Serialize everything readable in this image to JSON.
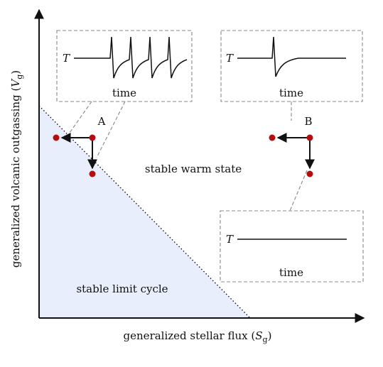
{
  "figure": {
    "axes": {
      "xlabel": {
        "main": "generalized stellar flux (",
        "var": "S",
        "sub": "g",
        "close": ")"
      },
      "ylabel": {
        "main": "generalized volcanic outgassing (",
        "var": "V",
        "sub": "g",
        "close": ")"
      }
    },
    "regions": {
      "limit_cycle": "stable limit cycle",
      "warm_state": "stable warm state"
    },
    "points": {
      "a": "A",
      "b": "B"
    },
    "insets": [
      {
        "id": "inset-limit-cycle",
        "t_label": "T",
        "time_label": "time",
        "behavior": "sawtooth oscillation"
      },
      {
        "id": "inset-single-spike",
        "t_label": "T",
        "time_label": "time",
        "behavior": "single spike then flat"
      },
      {
        "id": "inset-flat",
        "t_label": "T",
        "time_label": "time",
        "behavior": "flat"
      }
    ],
    "colors": {
      "region_fill": "#e8eefb",
      "point": "#b50d0d",
      "dash": "#888888",
      "axis": "#111111"
    }
  }
}
